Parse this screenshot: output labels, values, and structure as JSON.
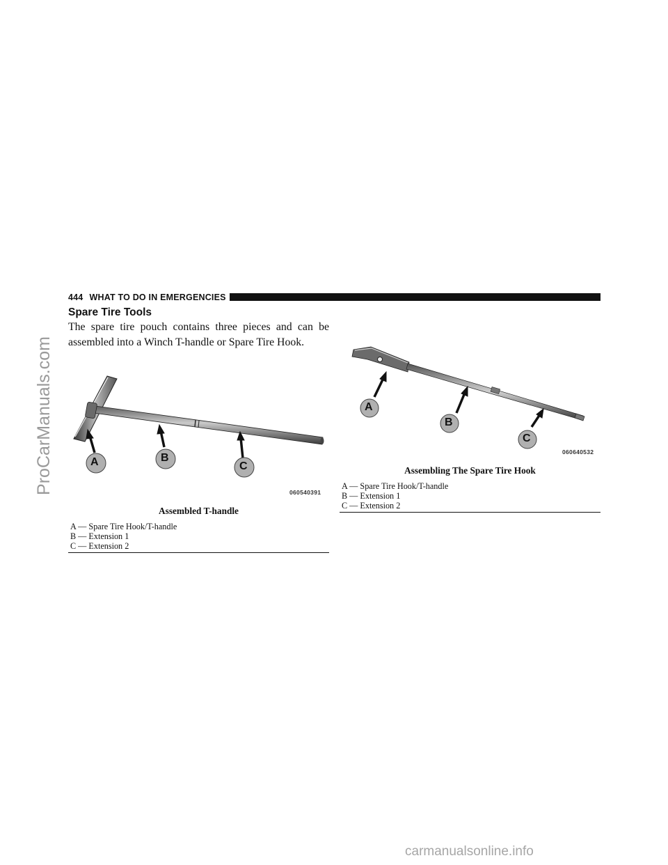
{
  "watermark": "ProCarManuals.com",
  "header": {
    "page_number": "444",
    "section_title": "WHAT TO DO IN EMERGENCIES"
  },
  "section": {
    "heading": "Spare Tire Tools",
    "body_lines": [
      "The spare tire pouch contains three pieces and can be",
      "assembled into a Winch T-handle or Spare Tire Hook."
    ]
  },
  "figure_left": {
    "callouts": [
      "A",
      "B",
      "C"
    ],
    "image_code": "060540391",
    "caption": "Assembled T-handle",
    "legend": [
      "A — Spare Tire Hook/T-handle",
      "B — Extension 1",
      "C — Extension 2"
    ]
  },
  "figure_right": {
    "callouts": [
      "A",
      "B",
      "C"
    ],
    "image_code": "060640532",
    "caption": "Assembling The Spare Tire Hook",
    "legend": [
      "A — Spare Tire Hook/T-handle",
      "B — Extension 1",
      "C — Extension 2"
    ]
  },
  "footer_watermark": "carmanualsonline.info"
}
